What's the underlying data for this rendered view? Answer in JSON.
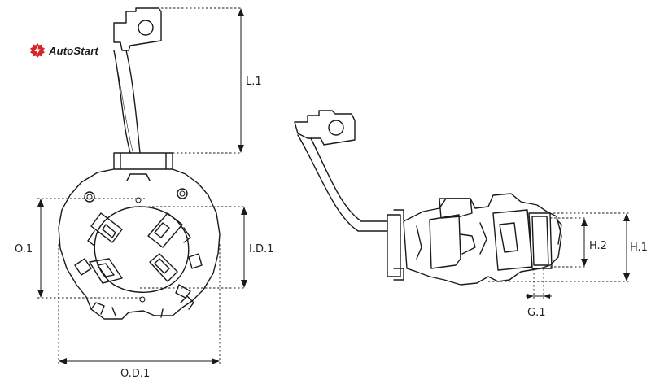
{
  "brand": {
    "name": "AutoStart",
    "color": "#d6262b",
    "icon": "gear-lightning-icon"
  },
  "dimensions": {
    "l1": "L.1",
    "o1": "O.1",
    "id1": "I.D.1",
    "od1": "O.D.1",
    "h1": "H.1",
    "h2": "H.2",
    "g1": "G.1"
  }
}
